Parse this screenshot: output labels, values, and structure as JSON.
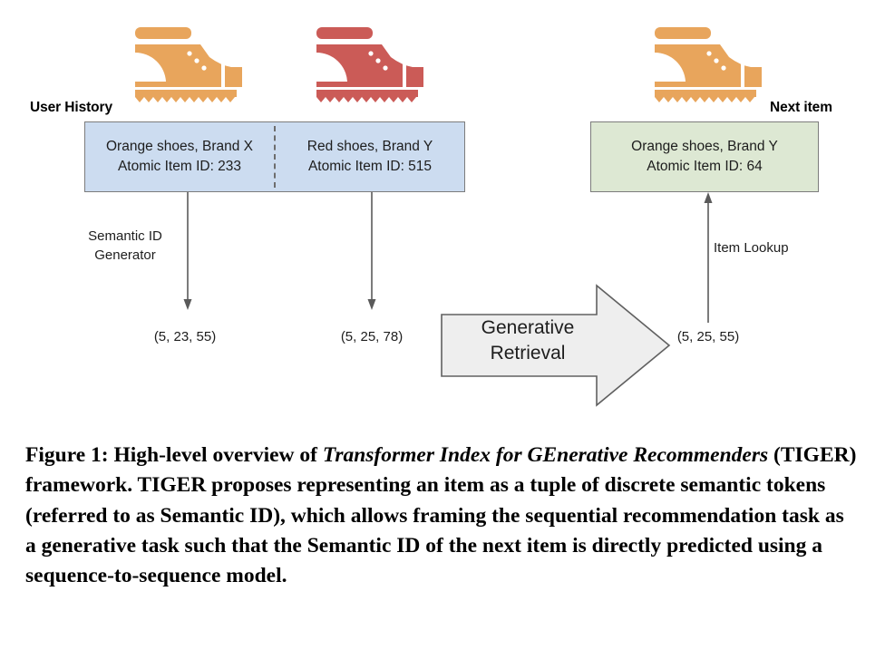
{
  "figure": {
    "labels": {
      "user_history": "User History",
      "next_item": "Next item"
    },
    "history_box": {
      "items": [
        {
          "line1": "Orange shoes, Brand X",
          "line2": "Atomic Item ID: 233"
        },
        {
          "line1": "Red shoes, Brand Y",
          "line2": "Atomic Item ID: 515"
        }
      ]
    },
    "next_item_box": {
      "line1": "Orange shoes, Brand Y",
      "line2": "Atomic Item ID: 64"
    },
    "icons": [
      {
        "name": "orange-boot-icon",
        "color": "#e8a55c"
      },
      {
        "name": "red-boot-icon",
        "color": "#cb5b57"
      },
      {
        "name": "orange-boot-icon",
        "color": "#e8a55c"
      }
    ],
    "annotations": {
      "semantic_id_generator_line1": "Semantic ID",
      "semantic_id_generator_line2": "Generator",
      "item_lookup": "Item Lookup"
    },
    "semantic_ids": {
      "history_1": "(5, 23, 55)",
      "history_2": "(5, 25, 78)",
      "predicted": "(5, 25, 55)"
    },
    "generative_retrieval": {
      "line1": "Generative",
      "line2": "Retrieval"
    },
    "colors": {
      "history_box_fill": "#ccdcf0",
      "next_item_box_fill": "#dde8d3",
      "box_stroke": "#7c7c7c",
      "arrow_fill": "#eeeeee",
      "arrow_stroke": "#606060",
      "connector_stroke": "#5a5a5a",
      "orange": "#e8a55c",
      "red": "#cb5b57"
    }
  },
  "caption": {
    "prefix": "Figure 1: High-level overview of ",
    "italic_title": "Transformer Index for GEnerative Recommenders",
    "rest": " (TIGER) framework. TIGER proposes representing an item as a tuple of discrete semantic tokens (referred to as Semantic ID), which allows framing the sequential recommendation task as a generative task such that the Semantic ID of the next item is directly predicted using a sequence-to-sequence model."
  }
}
